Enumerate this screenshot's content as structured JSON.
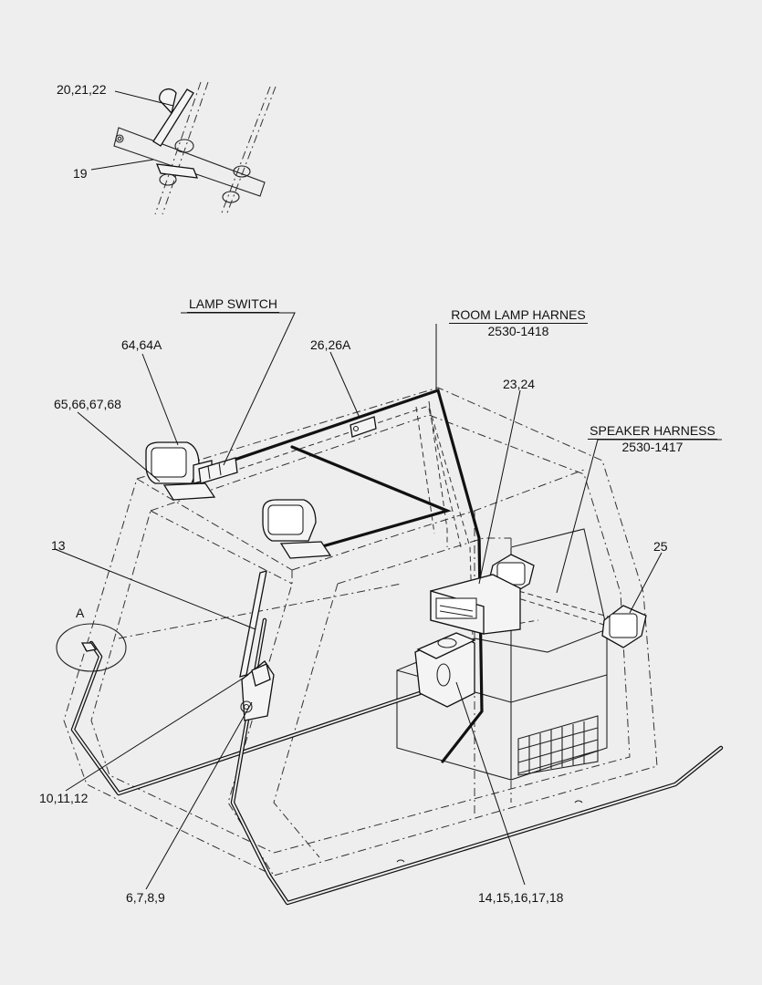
{
  "labels": {
    "callout_20_21_22": "20,21,22",
    "callout_19": "19",
    "lamp_switch": "LAMP SWITCH",
    "room_lamp_harness_title": "ROOM LAMP HARNES",
    "room_lamp_harness_part": "2530-1418",
    "callout_64_64a": "64,64A",
    "callout_26_26a": "26,26A",
    "callout_65_68": "65,66,67,68",
    "callout_23_24": "23,24",
    "speaker_harness_title": "SPEAKER HARNESS",
    "speaker_harness_part": "2530-1417",
    "callout_13": "13",
    "callout_25": "25",
    "detail_a": "A",
    "callout_10_12": "10,11,12",
    "callout_6_9": "6,7,8,9",
    "callout_14_18": "14,15,16,17,18"
  }
}
